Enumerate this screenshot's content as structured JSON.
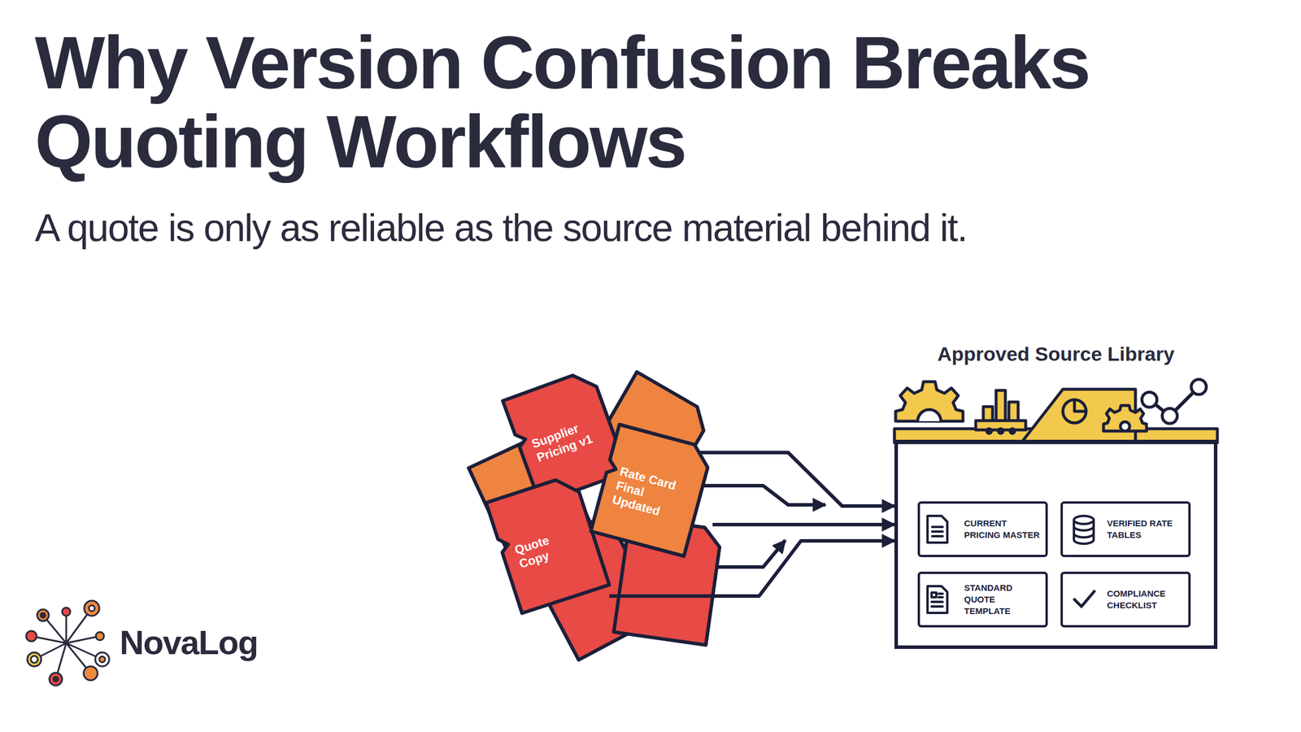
{
  "diagram": {
    "title": "Why Version Confusion Breaks Quoting Workflows",
    "caption": "A quote is only as reliable as the source material behind it.",
    "nodes": [
      {
        "text": [
          "Supplier Pricing v1"
        ]
      },
      {
        "text": [
          "Rate Card Final Updated"
        ]
      },
      {
        "text": [
          "Quote Copy"
        ]
      },
      {
        "text": [
          "Approved Source Library"
        ]
      },
      {
        "text": [
          "CURRENT PRICING MASTER"
        ],
        "in": 3
      },
      {
        "text": [
          "VERIFIED RATE TABLES"
        ],
        "in": 3
      },
      {
        "text": [
          "STANDARD QUOTE TEMPLATE"
        ],
        "in": 3
      },
      {
        "text": [
          "COMPLIANCE CHECKLIST"
        ],
        "in": 3
      }
    ],
    "edges": [
      {
        "from": 0,
        "to": 3,
        "arrow": "to"
      },
      {
        "from": 1,
        "to": 3,
        "arrow": "to"
      },
      {
        "from": 2,
        "to": 3,
        "arrow": "to"
      }
    ],
    "labels": [
      "NovaLog"
    ]
  }
}
